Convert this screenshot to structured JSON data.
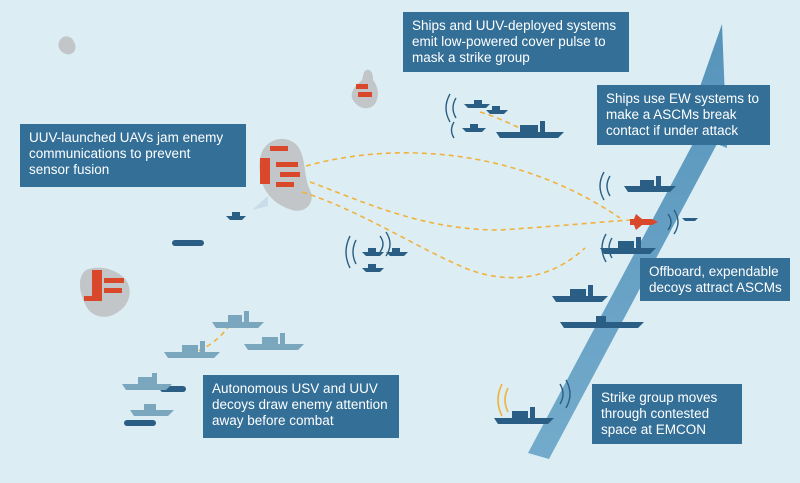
{
  "callouts": {
    "cover_pulse": [
      "Ships and UUV-deployed systems",
      "emit low-powered cover pulse to",
      "mask a strike group"
    ],
    "ew_systems": [
      "Ships use EW systems to",
      "make a ASCMs break",
      "contact if under attack"
    ],
    "uav_jam": [
      "UUV-launched UAVs jam enemy",
      "communications to prevent",
      "sensor fusion"
    ],
    "decoys_offboard": [
      "Offboard, expendable",
      "decoys attract ASCMs"
    ],
    "decoys_usv": [
      "Autonomous USV and UUV",
      "decoys draw enemy attention",
      "away before combat"
    ],
    "strike_group": [
      "Strike group moves",
      "through contested",
      "space at EMCON"
    ]
  },
  "colors": {
    "sea": "#dceef3",
    "callout": "#336f97",
    "land": "#c2c6c9",
    "enemy": "#d9482b",
    "ship": "#2a5e84",
    "decoy_ship": "#7aa6be",
    "route": "#f0b23c",
    "arrow": "#5b99bf"
  }
}
